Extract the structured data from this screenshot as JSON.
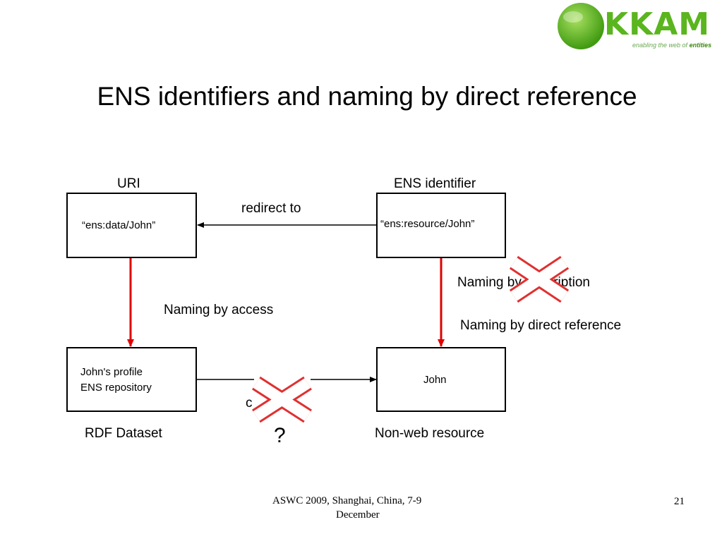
{
  "logo": {
    "text": "KKAM",
    "tagline_prefix": "enabling the web of ",
    "tagline_emph": "entities",
    "color": "#5ab51e"
  },
  "slide": {
    "title": "ENS identifiers and naming by direct reference"
  },
  "diagram": {
    "boxes": {
      "uri": {
        "header": "URI",
        "label": "“ens:data/John”"
      },
      "ens": {
        "header": "ENS identifier",
        "label": "“ens:resource/John”"
      },
      "profile": {
        "line1": "John's profile",
        "line2": "ENS repository",
        "caption": "RDF Dataset"
      },
      "john": {
        "label": "John",
        "caption": "Non-web resource"
      }
    },
    "edges": {
      "redirect": "redirect to",
      "access": "Naming by access",
      "description": "Naming by description",
      "direct": "Naming by direct reference",
      "bottom_partial": "c",
      "question": "?"
    },
    "colors": {
      "arrow_red": "#e00000",
      "cross_red": "#e03030"
    }
  },
  "footer": {
    "line1": "ASWC 2009, Shanghai, China, 7-9",
    "line2": "December",
    "page": "21"
  }
}
